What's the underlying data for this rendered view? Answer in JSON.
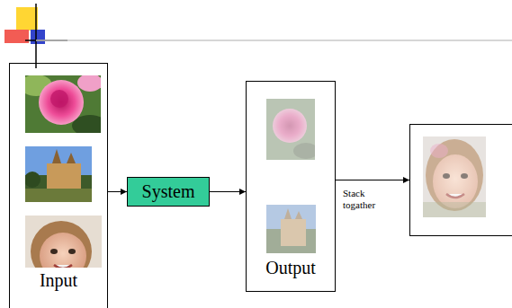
{
  "diagram": {
    "nodes": [
      {
        "text": [
          "Input"
        ]
      },
      {
        "text": [
          "System"
        ]
      },
      {
        "text": [
          "Output"
        ]
      },
      {
        "text": []
      }
    ],
    "edges": [
      {
        "from": 0,
        "to": 1,
        "arrow": "to"
      },
      {
        "from": 1,
        "to": 2,
        "arrow": "to"
      },
      {
        "from": 2,
        "to": 3,
        "label": "Stack togather",
        "arrow": "to"
      }
    ]
  }
}
